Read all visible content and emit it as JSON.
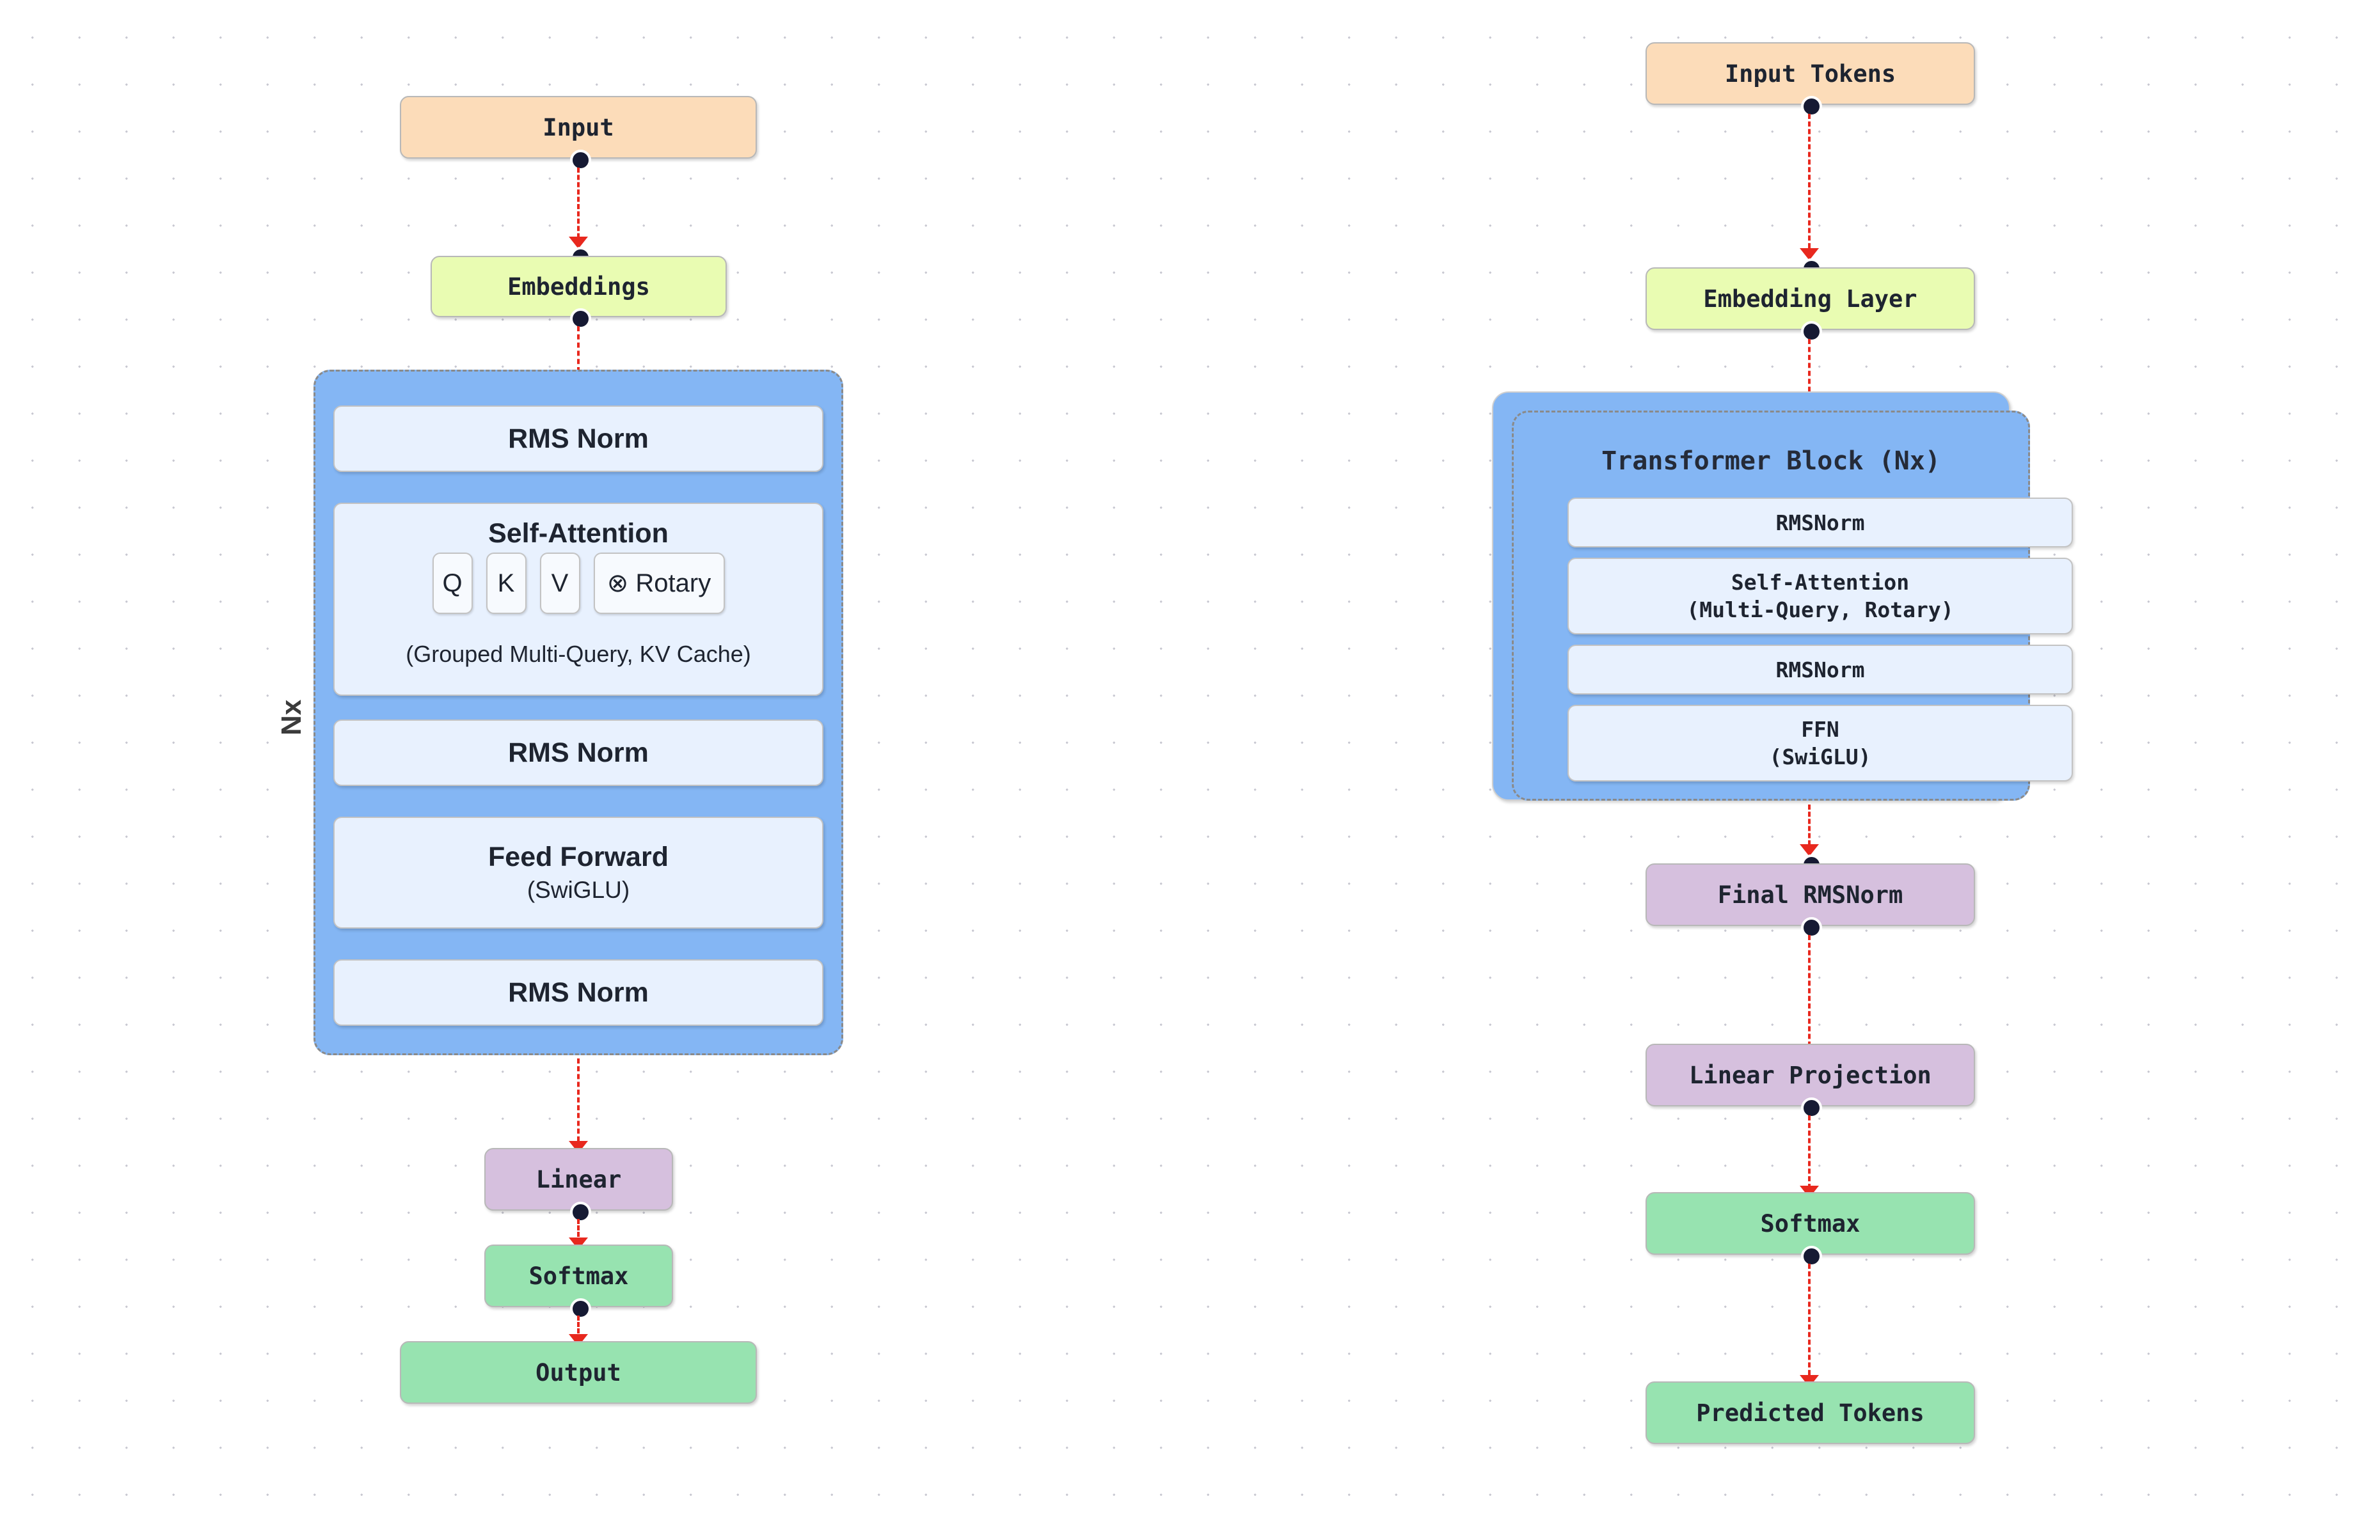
{
  "diagram": {
    "title_left": "",
    "title_right": "",
    "colors": {
      "input": "#FCDCB9",
      "embedding": "#E9FCB2",
      "block": "#84B6F4",
      "inner": "#E8F1FE",
      "linear": "#D6C0DE",
      "output": "#97E3B0",
      "edge": "#e8281e",
      "node_border": "#b8b8b8",
      "dot": "#161a33",
      "grid_dot": "#c9c9d2"
    }
  },
  "left_column": {
    "input_node": {
      "label": "Input"
    },
    "embeddings_node": {
      "label": "Embeddings"
    },
    "repeat_label": "Nx",
    "block": {
      "rows": [
        {
          "name": "rms-norm-1",
          "label": "RMS Norm"
        },
        {
          "name": "self-attention",
          "label": "Self-Attention",
          "sublabel": "(Grouped Multi-Query, KV Cache)",
          "chips": [
            "Q",
            "K",
            "V",
            "⊗ Rotary"
          ]
        },
        {
          "name": "rms-norm-2",
          "label": "RMS Norm"
        },
        {
          "name": "feed-forward",
          "label": "Feed Forward",
          "sublabel": "(SwiGLU)"
        },
        {
          "name": "rms-norm-3",
          "label": "RMS Norm"
        }
      ]
    },
    "linear_node": {
      "label": "Linear"
    },
    "softmax_node": {
      "label": "Softmax"
    },
    "output_node": {
      "label": "Output"
    }
  },
  "right_column": {
    "input_node": {
      "label": "Input Tokens"
    },
    "embedding_node": {
      "label": "Embedding Layer"
    },
    "transformer_block": {
      "title": "Transformer Block (Nx)",
      "rows": [
        {
          "name": "rmsnorm-1",
          "label": "RMSNorm",
          "sublabel": ""
        },
        {
          "name": "self-attention",
          "label": "Self-Attention",
          "sublabel": "(Multi-Query, Rotary)"
        },
        {
          "name": "rmsnorm-2",
          "label": "RMSNorm",
          "sublabel": ""
        },
        {
          "name": "ffn",
          "label": "FFN",
          "sublabel": "(SwiGLU)"
        }
      ]
    },
    "final_rmsnorm_node": {
      "label": "Final RMSNorm"
    },
    "linear_projection_node": {
      "label": "Linear Projection"
    },
    "softmax_node": {
      "label": "Softmax"
    },
    "predicted_tokens_node": {
      "label": "Predicted Tokens"
    }
  }
}
